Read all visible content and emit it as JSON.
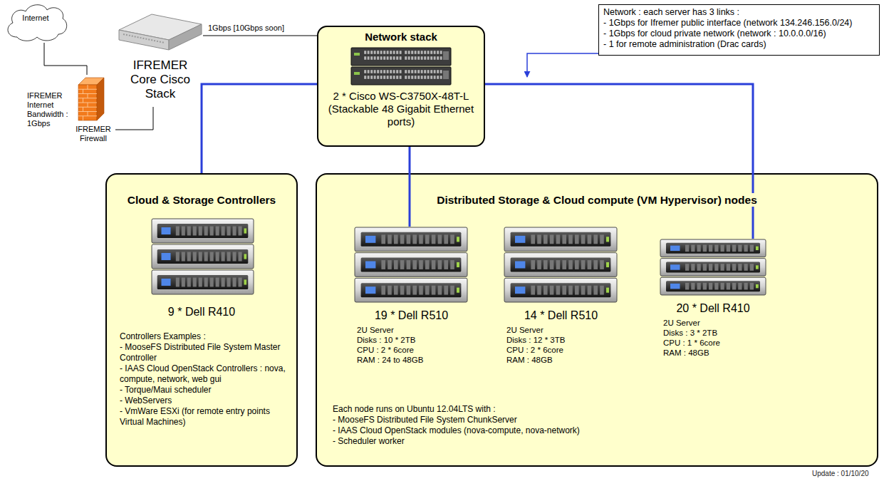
{
  "diagram": {
    "nodes": [
      {
        "text": [
          "Internet"
        ]
      },
      {
        "text": [
          "IFREMER Core Cisco Stack"
        ]
      },
      {
        "text": [
          "IFREMER Firewall"
        ]
      },
      {
        "text": [
          "Network stack",
          "2 * Cisco WS-C3750X-48T-L (Stackable 48 Gigabit Ethernet ports)"
        ]
      },
      {
        "text": [
          "Network : each server has 3 links :",
          "- 1Gbps for Ifremer public interface (network 134.246.156.0/24)",
          "- 1Gbps for cloud private network (network : 10.0.0.0/16)",
          "- 1 for remote administration (Drac cards)"
        ]
      },
      {
        "text": [
          "Cloud & Storage Controllers",
          "9 * Dell R410",
          "Controllers Examples :",
          "- MooseFS Distributed File System Master Controller",
          "- IAAS Cloud OpenStack Controllers : nova, compute, network, web gui",
          "- Torque/Maui scheduler",
          "- WebServers",
          "- VmWare ESXi (for remote entry points Virtual Machines)"
        ]
      },
      {
        "text": [
          "Distributed Storage & Cloud compute (VM Hypervisor) nodes",
          "Each node runs on Ubuntu 12.04LTS with :",
          "- MooseFS Distributed File System ChunkServer",
          "- IAAS Cloud OpenStack modules (nova-compute, nova-network)",
          "- Scheduler worker"
        ]
      },
      {
        "text": [
          "19 * Dell R510",
          "2U Server",
          "Disks : 10 * 2TB",
          "CPU : 2 * 6core",
          "RAM : 24 to 48GB"
        ],
        "in": 6
      },
      {
        "text": [
          "14 * Dell R510",
          "2U Server",
          "Disks : 12 * 3TB",
          "CPU : 2 * 6core",
          "RAM : 48GB"
        ],
        "in": 6
      },
      {
        "text": [
          "20 * Dell R410",
          "2U Server",
          "Disks : 3 * 2TB",
          "CPU : 1 * 6core",
          "RAM : 48GB"
        ],
        "in": 6
      }
    ],
    "edges": [
      {
        "from": 0,
        "to": 2,
        "arrow": "none",
        "label": "IFREMER Internet Bandwidth : 1Gbps"
      },
      {
        "from": 2,
        "to": 1,
        "arrow": "none"
      },
      {
        "from": 1,
        "to": 3,
        "arrow": "none",
        "label": "1Gbps [10Gbps soon]"
      },
      {
        "from": 3,
        "to": 5,
        "arrow": "none"
      },
      {
        "from": 3,
        "to": 7,
        "arrow": "none"
      },
      {
        "from": 3,
        "to": 9,
        "arrow": "none"
      }
    ],
    "labels": [
      "Update : 01/10/20"
    ]
  }
}
